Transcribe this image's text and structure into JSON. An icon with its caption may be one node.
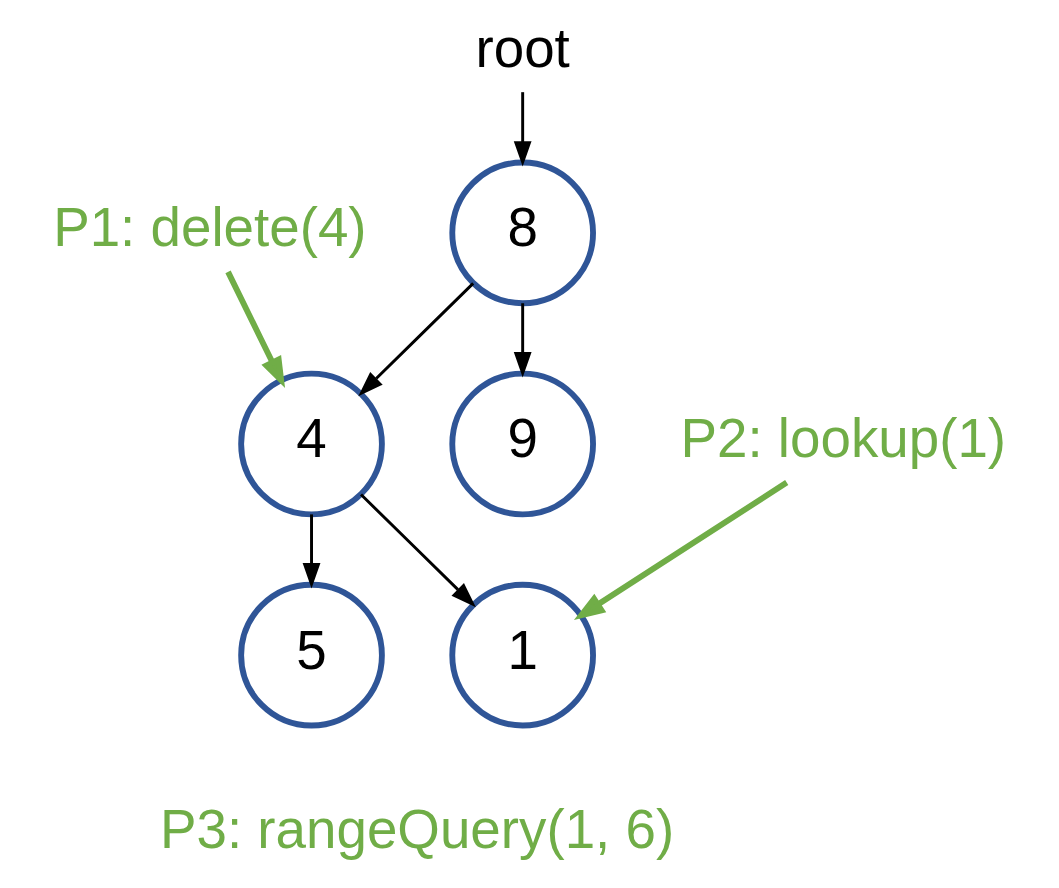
{
  "diagram": {
    "nodes": [
      {
        "text": [
          "root"
        ]
      },
      {
        "text": [
          "8"
        ]
      },
      {
        "text": [
          "4"
        ]
      },
      {
        "text": [
          "9"
        ]
      },
      {
        "text": [
          "1"
        ]
      },
      {
        "text": [
          "5"
        ]
      },
      {
        "text": [
          "P1: delete(4)"
        ]
      },
      {
        "text": [
          "P2: lookup(1)"
        ]
      }
    ],
    "edges": [
      {
        "from": 0,
        "to": 1,
        "arrow": "to"
      },
      {
        "from": 1,
        "to": 2,
        "arrow": "to"
      },
      {
        "from": 1,
        "to": 3,
        "arrow": "to"
      },
      {
        "from": 2,
        "to": 4,
        "arrow": "to"
      },
      {
        "from": 2,
        "to": 5,
        "arrow": "to"
      },
      {
        "from": 6,
        "to": 2,
        "arrow": "to",
        "style": "thick",
        "color": "#70ad47"
      },
      {
        "from": 7,
        "to": 4,
        "arrow": "to",
        "style": "thick",
        "color": "#70ad47"
      }
    ],
    "labels": [
      "P3: rangeQuery(1, 6)"
    ]
  }
}
